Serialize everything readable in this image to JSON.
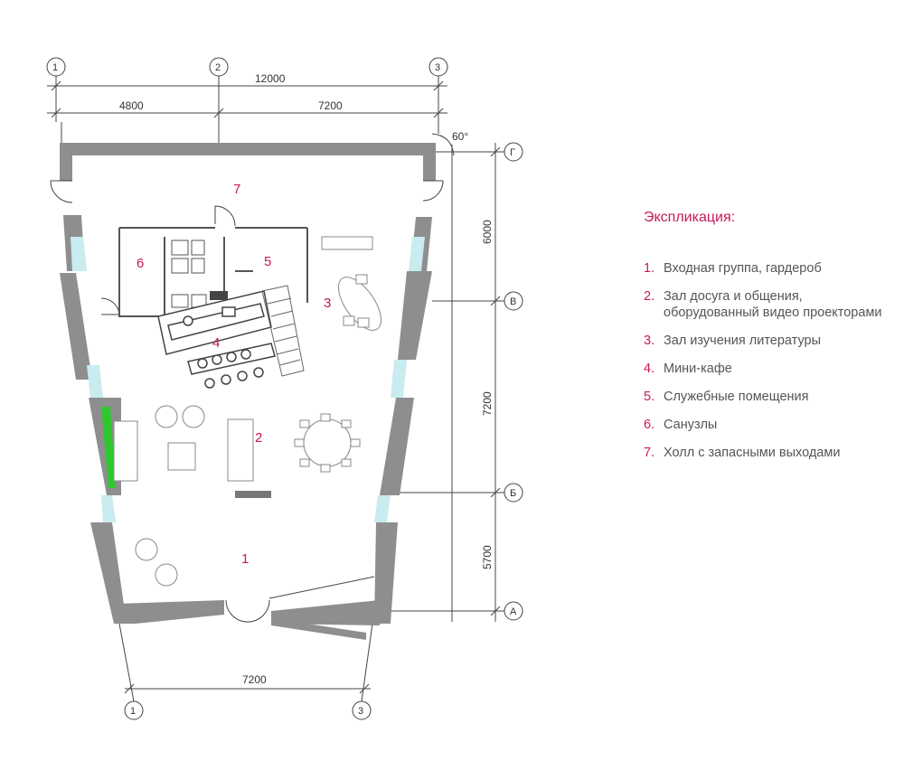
{
  "dimensions": {
    "top_total": "12000",
    "top_left": "4800",
    "top_right": "7200",
    "bottom": "7200",
    "right_1": "6000",
    "right_2": "7200",
    "right_3": "5700",
    "angle": "60°"
  },
  "axes": {
    "top": [
      "1",
      "2",
      "3"
    ],
    "bottom": [
      "1",
      "3"
    ],
    "right": [
      "Г",
      "В",
      "Б",
      "А"
    ]
  },
  "rooms": [
    "7",
    "6",
    "5",
    "3",
    "4",
    "2",
    "1"
  ],
  "legend": {
    "title": "Экспликация:",
    "items": [
      {
        "num": "1.",
        "text": "Входная группа, гардероб"
      },
      {
        "num": "2.",
        "text": "Зал досуга и общения,\nоборудованный видео проекторами"
      },
      {
        "num": "3.",
        "text": "Зал изучения литературы"
      },
      {
        "num": "4.",
        "text": "Мини-кафе"
      },
      {
        "num": "5.",
        "text": "Служебные помещения"
      },
      {
        "num": "6.",
        "text": "Санузлы"
      },
      {
        "num": "7.",
        "text": "Холл с запасными выходами"
      }
    ]
  },
  "colors": {
    "wall": "#8e8e8e",
    "glass": "#c8ecef",
    "accent": "#c8185a",
    "green_panel": "#2ec82e",
    "lines": "#444444"
  }
}
